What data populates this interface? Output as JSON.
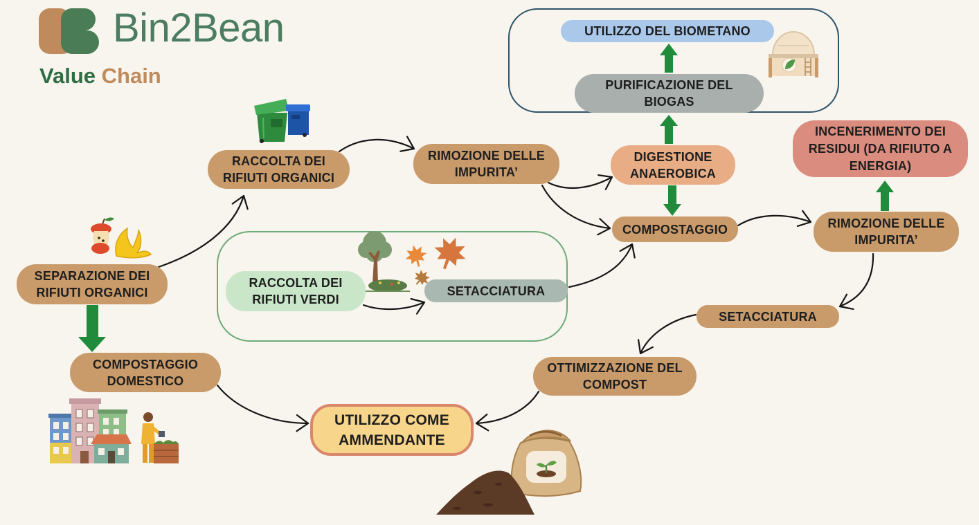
{
  "brand": {
    "name": "Bin2Bean",
    "tagline_part1": "Value",
    "tagline_part2": "Chain"
  },
  "nodes": {
    "separazione": "SEPARAZIONE DEI\nRIFIUTI ORGANICI",
    "compostaggio_domestico": "COMPOSTAGGIO\nDOMESTICO",
    "raccolta_organici": "RACCOLTA DEI\nRIFIUTI ORGANICI",
    "rimozione_impurita_1": "RIMOZIONE DELLE\nIMPURITA’",
    "digestione": "DIGESTIONE\nANAEROBICA",
    "purificazione": "PURIFICAZIONE DEL\nBIOGAS",
    "biometano": "UTILIZZO DEL BIOMETANO",
    "incenerimento": "INCENERIMENTO DEI\nRESIDUI (DA RIFIUTO A\nENERGIA)",
    "compostaggio": "COMPOSTAGGIO",
    "rimozione_impurita_2": "RIMOZIONE DELLE\nIMPURITA’",
    "setacciatura_2": "SETACCIATURA",
    "ottimizzazione": "OTTIMIZZAZIONE DEL\nCOMPOST",
    "ammendante": "UTILIZZO COME\nAMMENDANTE",
    "raccolta_verdi": "RACCOLTA DEI\nRIFIUTI VERDI",
    "setacciatura_1": "SETACCIATURA"
  },
  "colors": {
    "background": "#f8f4ee",
    "step_brown": "#c99b6b",
    "digestion_peach": "#e9ad85",
    "biogas_gray": "#a8afac",
    "biomethane_blue": "#a9c8ea",
    "incineration_red": "#da8d7f",
    "green_waste": "#c9e6c9",
    "sieving_gray": "#a9b8b1",
    "amendment_yellow": "#f7d58b",
    "amendment_border": "#d8876c",
    "flow_green": "#1f8b3b",
    "biogas_outline": "#2d5367",
    "green_outline": "#6dab79",
    "brand_green": "#4b7d60",
    "logo_green": "#4a7d55",
    "brand_brown": "#c08b5c",
    "tagline_green": "#2f6e45"
  },
  "icons": {
    "logo": "bin2bean-logo-icon",
    "bins": "waste-bins-icon",
    "food_waste": "food-scraps-icon",
    "green_waste": "tree-and-leaves-icon",
    "biogas_plant": "biogas-plant-icon",
    "home_composting": "houses-and-composter-icon",
    "compost": "compost-pile-and-sack-icon"
  }
}
